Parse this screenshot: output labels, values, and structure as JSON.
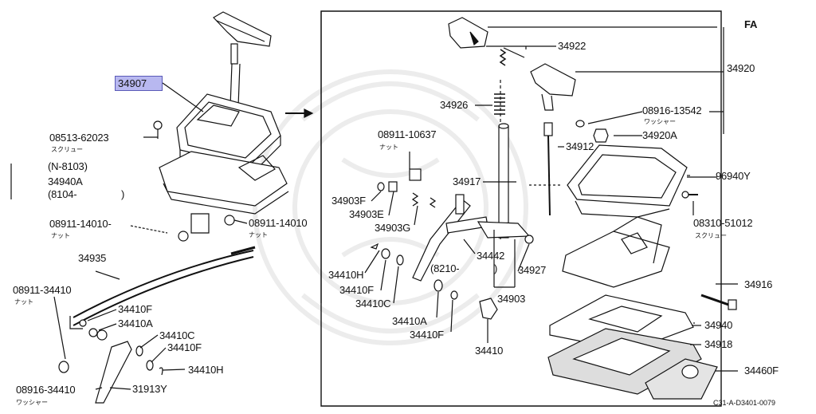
{
  "highlight_part": "34907",
  "corner_tag": "FA",
  "catalog_ref": "C31-A-D3401-0079",
  "left_labels": {
    "screw_part": "08513-62023",
    "screw_note": "スクリュー",
    "serial_range": "(N-8103)",
    "part_34940a": "34940A",
    "date_range": "(8104-",
    "date_close": ")",
    "nut_left": "08911-14010-",
    "nut_left_note": "ナット",
    "nut_right": "08911-14010",
    "nut_right_note": "ナット",
    "rod": "34935",
    "nut_34410": "08911-34410",
    "nut_34410_note": "ナット",
    "washer_f": "34410F",
    "part_a": "34410A",
    "part_c": "34410C",
    "washer_f2": "34410F",
    "clip_h": "34410H",
    "washer_34410": "08916-34410",
    "washer_34410_note": "ワッシャー",
    "bracket": "31913Y"
  },
  "right_labels": {
    "p34922": "34922",
    "p34920": "34920",
    "p34926": "34926",
    "washer_13542": "08916-13542",
    "washer_13542_note": "ワッシャー",
    "p34920a": "34920A",
    "nut_10637": "08911-10637",
    "nut_10637_note": "ナット",
    "p34912": "34912",
    "p34917": "34917",
    "p96940y": "96940Y",
    "p34903f": "34903F",
    "p34903e": "34903E",
    "p34903g": "34903G",
    "screw_51012": "08310-51012",
    "screw_51012_note": "スクリュー",
    "p34442": "34442",
    "p34410h": "34410H",
    "date_8210": "(8210-",
    "date_8210_close": ")",
    "p34927": "34927",
    "p34410f": "34410F",
    "p34410c": "34410C",
    "p34916": "34916",
    "p34903": "34903",
    "p34410a": "34410A",
    "p34410f2": "34410F",
    "p34940": "34940",
    "p34410": "34410",
    "p34918": "34918",
    "p34460f": "34460F"
  }
}
